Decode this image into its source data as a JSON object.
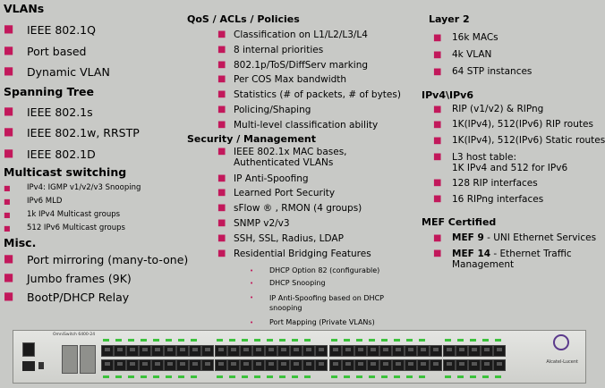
{
  "col1": {
    "vlans": {
      "title": "VLANs",
      "items": [
        "IEEE 802.1Q",
        "Port based",
        "Dynamic VLAN"
      ]
    },
    "stp": {
      "title": "Spanning Tree",
      "items": [
        "IEEE 802.1s",
        "IEEE 802.1w, RRSTP",
        "IEEE 802.1D"
      ]
    },
    "mcast": {
      "title": "Multicast switching",
      "items": [
        "IPv4: IGMP v1/v2/v3 Snooping",
        "IPv6 MLD",
        "1k IPv4 Multicast groups",
        "512 IPv6 Multicast groups"
      ]
    },
    "misc": {
      "title": "Misc.",
      "items": [
        "Port mirroring (many-to-one)",
        "Jumbo frames (9K)",
        "BootP/DHCP Relay"
      ]
    }
  },
  "col2": {
    "qos": {
      "title": "QoS / ACLs / Policies",
      "items": [
        "Classification on L1/L2/L3/L4",
        "8 internal priorities",
        "802.1p/ToS/DiffServ marking",
        "Per COS Max bandwidth",
        "Statistics (# of packets, # of bytes)",
        "Policing/Shaping",
        "Multi-level classification ability"
      ]
    },
    "sec": {
      "title": "Security / Management",
      "item0_line1": "IEEE 802.1x MAC bases,",
      "item0_line2": "Authenticated VLANs",
      "items": [
        "IP Anti-Spoofing",
        "Learned Port Security",
        "sFlow ® , RMON (4 groups)",
        "SNMP v2/v3",
        "SSH, SSL, Radius, LDAP",
        "Residential Bridging Features"
      ]
    },
    "rbf": {
      "items": [
        "DHCP Option 82 (configurable)",
        "DHCP Snooping"
      ],
      "item2_line1": "IP Anti-Spoofing based on DHCP",
      "item2_line2": "snooping",
      "item3": "Port Mapping (Private VLANs)"
    }
  },
  "col3": {
    "l2": {
      "title": "Layer 2",
      "items": [
        "16k MACs",
        "4k VLAN",
        "64 STP instances"
      ]
    },
    "ip": {
      "title": "IPv4\\IPv6",
      "items": [
        "RIP (v1/v2) & RIPng",
        "1K(IPv4), 512(IPv6) RIP routes",
        "1K(IPv4), 512(IPv6) Static routes"
      ],
      "host_line1": "L3 host table:",
      "host_line2": "1K IPv4 and 512 for IPv6",
      "items2": [
        "128 RIP interfaces",
        "16 RIPng interfaces"
      ]
    },
    "mef": {
      "title": "MEF Certified",
      "m9_bold": "MEF 9",
      "m9_rest": " - UNI Ethernet Services",
      "m14_bold": "MEF 14",
      "m14_rest1": " - Ethernet Traffic",
      "m14_rest2": "Management"
    }
  },
  "device": {
    "brand": "Alcatel-Lucent",
    "model": "OmniSwitch 6400-24"
  },
  "colors": {
    "bullet": "#c2185b",
    "background": "#c8c9c6",
    "led": "#3cc23c"
  }
}
